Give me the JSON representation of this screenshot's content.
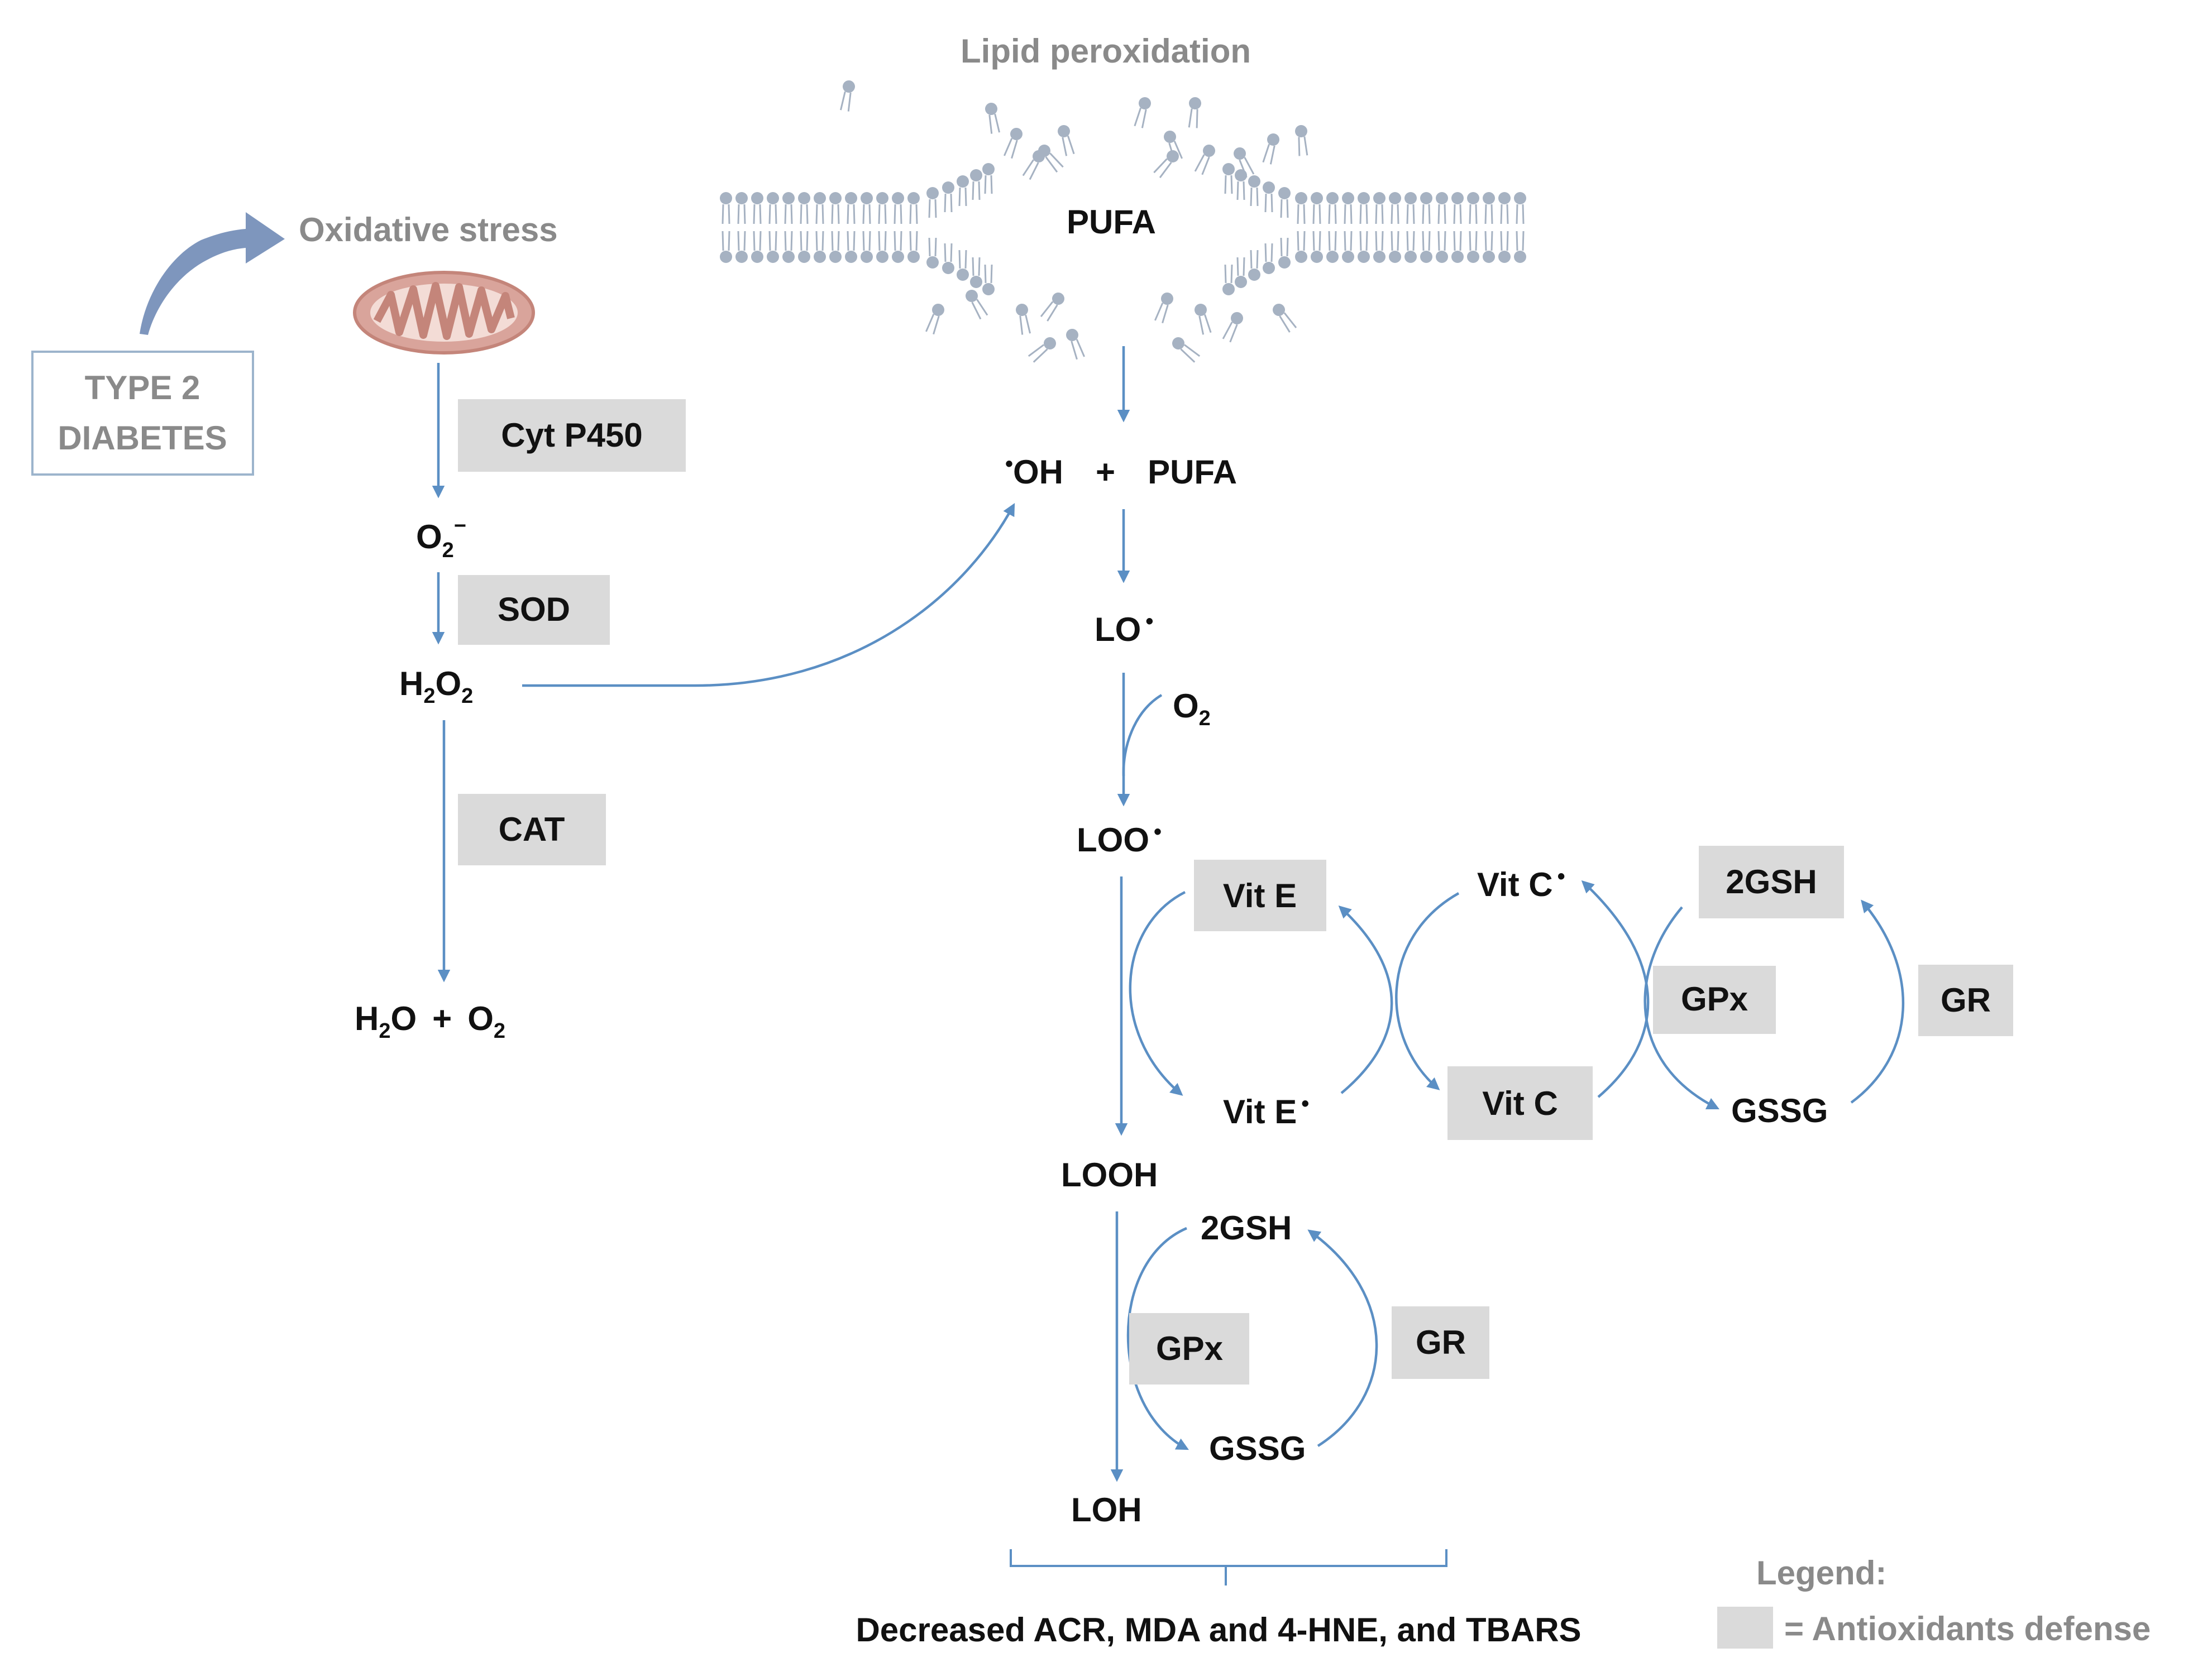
{
  "colors": {
    "arrow": "#5b8fc4",
    "enzyme_box": "#dadada",
    "label": "#111111",
    "muted_label": "#8a8a8a",
    "mitochondrion": "#d9a49b",
    "membrane": "#a6b2c2"
  },
  "header": {
    "lipid_peroxidation": "Lipid peroxidation",
    "membrane_label": "PUFA"
  },
  "left": {
    "condition_line1": "TYPE 2",
    "condition_line2": "DIABETES",
    "oxidative_stress": "Oxidative stress",
    "cyt_p450": "Cyt P450",
    "superoxide": "O",
    "superoxide_sub": "2",
    "superoxide_sup": "−",
    "sod": "SOD",
    "h2o2_h": "H",
    "h2o2_sub1": "2",
    "h2o2_o": "O",
    "h2o2_sub2": "2",
    "cat": "CAT",
    "water_h": "H",
    "water_sub": "2",
    "water_o": "O",
    "plus": "+",
    "oxygen_o": "O",
    "oxygen_sub": "2"
  },
  "center": {
    "hydroxyl_dot": "•",
    "hydroxyl": "OH",
    "plus": "+",
    "pufa": "PUFA",
    "lo": "LO",
    "lo_dot": "•",
    "o2": "O",
    "o2_sub": "2",
    "loo": "LOO",
    "loo_dot": "•",
    "looh": "LOOH",
    "loh": "LOH",
    "conclusion": "Decreased ACR, MDA and 4-HNE, and TBARS"
  },
  "cycles": {
    "vit_e": "Vit E",
    "vit_e_radical": "Vit E",
    "vit_e_radical_dot": "•",
    "vit_c_radical": "Vit C",
    "vit_c_radical_dot": "•",
    "vit_c": "Vit C",
    "gsh_top": "2GSH",
    "gpx_top": "GPx",
    "gr_top": "GR",
    "gssg_top": "GSSG",
    "gsh_bottom": "2GSH",
    "gpx_bottom": "GPx",
    "gr_bottom": "GR",
    "gssg_bottom": "GSSG"
  },
  "legend": {
    "title": "Legend:",
    "text": "= Antioxidants defense"
  }
}
